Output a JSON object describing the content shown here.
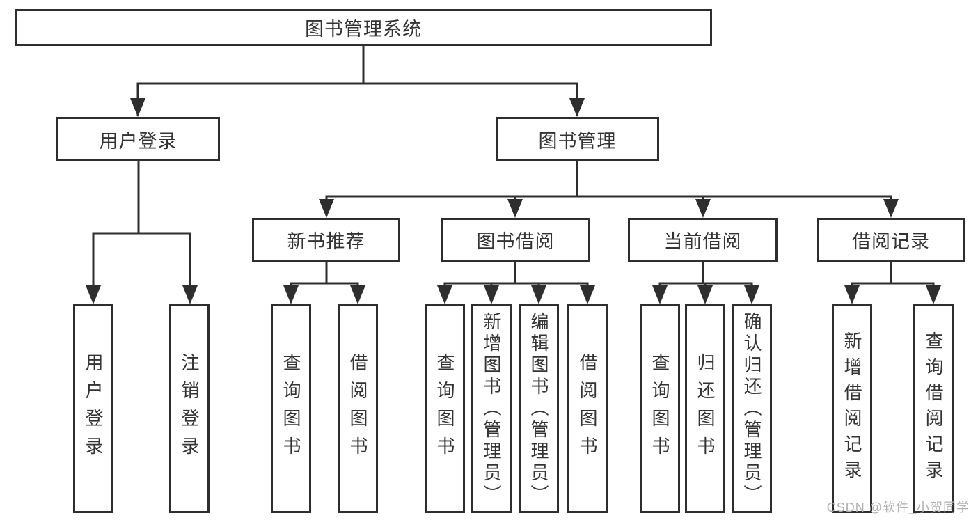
{
  "tree": {
    "root": "图书管理系统",
    "branches": [
      {
        "label": "用户登录",
        "children": [
          "用户登录",
          "注销登录"
        ]
      },
      {
        "label": "图书管理",
        "groups": [
          {
            "label": "新书推荐",
            "children": [
              "查询图书",
              "借阅图书"
            ]
          },
          {
            "label": "图书借阅",
            "children": [
              "查询图书",
              "新增图书（管理员）",
              "编辑图书（管理员）",
              "借阅图书"
            ]
          },
          {
            "label": "当前借阅",
            "children": [
              "查询图书",
              "归还图书",
              "确认归还（管理员）"
            ]
          },
          {
            "label": "借阅记录",
            "children": [
              "新增借阅记录",
              "查询借阅记录"
            ]
          }
        ]
      }
    ]
  },
  "watermark": "CSDN @软件_小贺同学",
  "colors": {
    "line": "#2e2e2e",
    "box_border": "#2e2e2e",
    "text": "#333333",
    "watermark": "#b0b0b0",
    "background": "#ffffff"
  }
}
